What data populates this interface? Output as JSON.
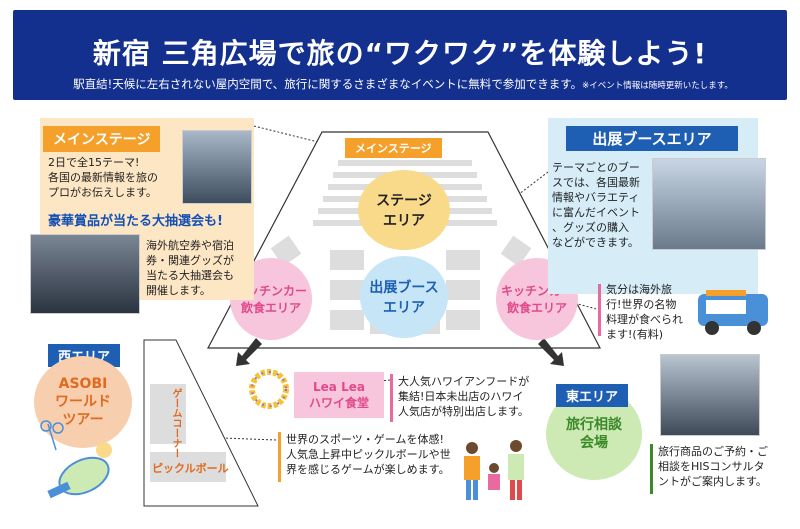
{
  "header": {
    "title": "新宿 三角広場で旅の“ワクワク”を体験しよう!",
    "subtitle": "駅直結!天候に左右されない屋内空間で、旅行に関するさまざまなイベントに無料で参加できます。",
    "note": "※イベント情報は随時更新いたします。"
  },
  "main_stage": {
    "tag": "メインステージ",
    "desc": [
      "2日で全15テーマ!",
      "各国の最新情報を旅の",
      "プロがお伝えします。"
    ],
    "lottery_title": "豪華賞品が当たる大抽選会も!",
    "lottery_desc": [
      "海外航空券や宿泊",
      "券・関連グッズが",
      "当たる大抽選会も",
      "開催します。"
    ]
  },
  "booth_area": {
    "tag": "出展ブースエリア",
    "desc": [
      "テーマごとのブー",
      "スでは、各国最新",
      "情報やバラエティ",
      "に富んだイベント",
      "、グッズの購入",
      "などができます。"
    ]
  },
  "map": {
    "stage_label": "メインステージ",
    "stage_area": [
      "ステージ",
      "エリア"
    ],
    "booth_area": [
      "出展ブース",
      "エリア"
    ],
    "kitchen_left": [
      "キッチンカー",
      "飲食エリア"
    ],
    "kitchen_right": [
      "キッチンカー",
      "飲食エリア"
    ],
    "game_corner": "ゲームコーナー",
    "pickleball": "ピックルボール"
  },
  "kitchen_desc": [
    "気分は海外旅",
    "行!世界の名物",
    "料理が食べられ",
    "ます!(有料)"
  ],
  "west_area": {
    "tag": "西エリア",
    "name": [
      "ASOBI",
      "ワールド",
      "ツアー"
    ],
    "desc": [
      "世界のスポーツ・ゲームを体感!",
      "人気急上昇中ピックルボールや世",
      "界を感じるゲームが楽しめます。"
    ]
  },
  "lealea": {
    "name": [
      "Lea Lea",
      "ハワイ食堂"
    ],
    "desc": [
      "大人気ハワイアンフードが",
      "集結!日本未出店のハワイ",
      "人気店が特別出店します。"
    ]
  },
  "east_area": {
    "tag": "東エリア",
    "name": [
      "旅行相談",
      "会場"
    ],
    "desc": [
      "旅行商品のご予約・ご",
      "相談をHISコンサルタ",
      "ントがご案内します。"
    ]
  },
  "colors": {
    "navy": "#14308f",
    "orange": "#f4a02b",
    "stage_yellow": "#f9d98a",
    "pink": "#f7c5dc",
    "light_blue": "#c6e6f7",
    "east_green": "#cde9b4",
    "west_orange": "#f8cfae"
  }
}
